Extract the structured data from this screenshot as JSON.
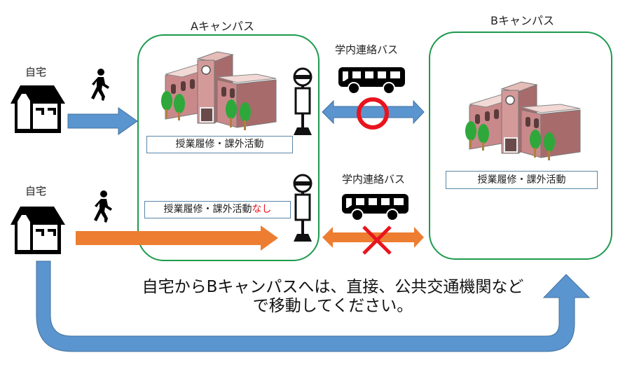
{
  "campus_a": {
    "title": "Aキャンパス",
    "activity": "授業履修・課外活動"
  },
  "campus_b": {
    "title": "Bキャンパス",
    "activity": "授業履修・課外活動"
  },
  "home_top": {
    "label": "自宅"
  },
  "home_bottom": {
    "label": "自宅"
  },
  "row_top": {
    "bus_label": "学内連絡バス",
    "bus_status": "ok"
  },
  "row_bottom": {
    "bus_label": "学内連絡バス",
    "bus_status": "no",
    "activity_prefix": "授業履修・課外活動",
    "activity_suffix": "なし"
  },
  "note": {
    "line1": "自宅からBキャンパスへは、直接、公共交通機関など",
    "line2": "で移動してください。"
  },
  "colors": {
    "campus_border": "#1d9a4c",
    "blue_arrow": "#5b95d0",
    "orange_arrow": "#ed7d31",
    "red_mark": "#e8141e",
    "box_border": "#5b86a8"
  }
}
